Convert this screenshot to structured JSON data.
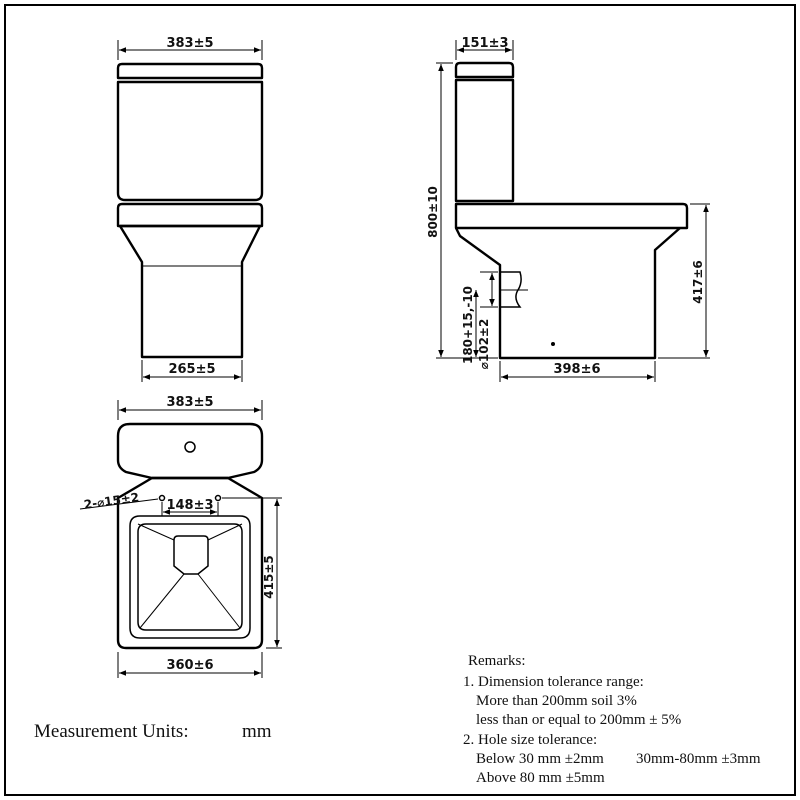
{
  "dimensions": {
    "front_top_width": "383±5",
    "front_base_width": "265±5",
    "side_tank_depth": "151±3",
    "side_height": "800±10",
    "side_seat_height": "417±6",
    "side_outlet_range": "180+15,-10",
    "side_outlet_dia": "⌀102±2",
    "side_depth": "398±6",
    "plan_width": "383±5",
    "plan_holes": "2-⌀15±2",
    "plan_hole_spacing": "148±3",
    "plan_bowl_length": "415±5",
    "plan_bowl_width": "360±6"
  },
  "units_label": "Measurement Units:",
  "units_value": "mm",
  "remarks": {
    "title": "Remarks:",
    "lines": [
      "1. Dimension tolerance range:",
      "More than 200mm soil 3%",
      "less than or equal to 200mm ± 5%",
      "2. Hole size tolerance:",
      "Below 30 mm ±2mm",
      "30mm-80mm ±3mm",
      "Above 80 mm ±5mm"
    ]
  }
}
